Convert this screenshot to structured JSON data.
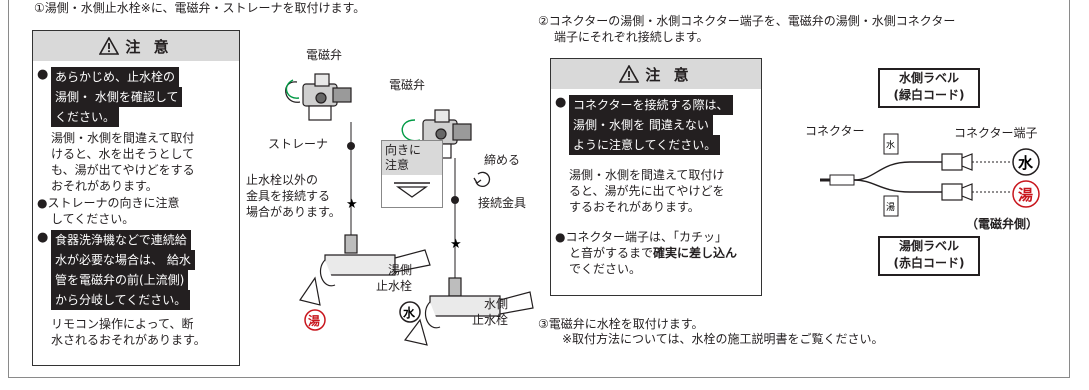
{
  "step1": "①湯側・水側止水栓※に、電磁弁・ストレーナを取付けます。",
  "step2_line1": "②コネクターの湯側・水側コネクター端子を、電磁弁の湯側・水側コネクター",
  "step2_line2": "端子にそれぞれ接続します。",
  "step3_line1": "③電磁弁に水栓を取付けます。",
  "step3_line2": "※取付方法については、水栓の施工説明書をご覧ください。",
  "caution_title": "注 意",
  "caution1": {
    "b1_hl": [
      "あらかじめ、止水栓の",
      "湯側・ 水側を確認して",
      "ください。"
    ],
    "b1_text": [
      "湯側・水側を間違えて取付",
      "けると、水を出そうとして",
      "も、湯が出てやけどをする",
      "おそれがあります。"
    ],
    "b2": [
      "●ストレーナの向きに注意",
      "してください。"
    ],
    "b3_hl": [
      "食器洗浄機などで連続給",
      "水が必要な場合は、 給水",
      "管を電磁弁の前(上流側)",
      "から分岐してください。"
    ],
    "b3_text": [
      "リモコン操作によって、断",
      "水されるおそれがあります。"
    ]
  },
  "caution2": {
    "b1_hl": [
      "コネクターを接続する際は、",
      "湯側・水側を 間違えない",
      "ように注意してください。"
    ],
    "b1_text": [
      "湯側・水側を間違えて取付け",
      "ると、湯が先に出てやけどを",
      "するおそれがあります。"
    ],
    "b2_pre": "●コネクター端子は、「カチッ」",
    "b2_mid": "と音がするまで",
    "b2_bold": "確実に差し込ん",
    "b2_end": "でください。"
  },
  "fig1": {
    "solenoid1": "電磁弁",
    "solenoid2": "電磁弁",
    "strainer": "ストレーナ",
    "direction": [
      "向きに",
      "注意"
    ],
    "tighten": "締める",
    "fitting": "接続金具",
    "other": [
      "止水栓以外の",
      "金具を接続する",
      "場合があります。"
    ],
    "hot_valve": [
      "湯側",
      "止水栓"
    ],
    "cold_valve": [
      "水側",
      "止水栓"
    ],
    "hot_mark": "湯",
    "cold_mark": "水"
  },
  "fig2": {
    "cold_label": [
      "水側ラベル",
      "(緑白コード)"
    ],
    "hot_label": [
      "湯側ラベル",
      "(赤白コード)"
    ],
    "connector": "コネクター",
    "terminal": "コネクター端子",
    "side": "（電磁弁側）",
    "cold_mark": "水",
    "hot_mark": "湯",
    "cold_tag": "水",
    "hot_tag": "湯"
  },
  "colors": {
    "hot": "#c8161d",
    "cold": "#009944",
    "caution_bg": "#d9d9d9"
  }
}
